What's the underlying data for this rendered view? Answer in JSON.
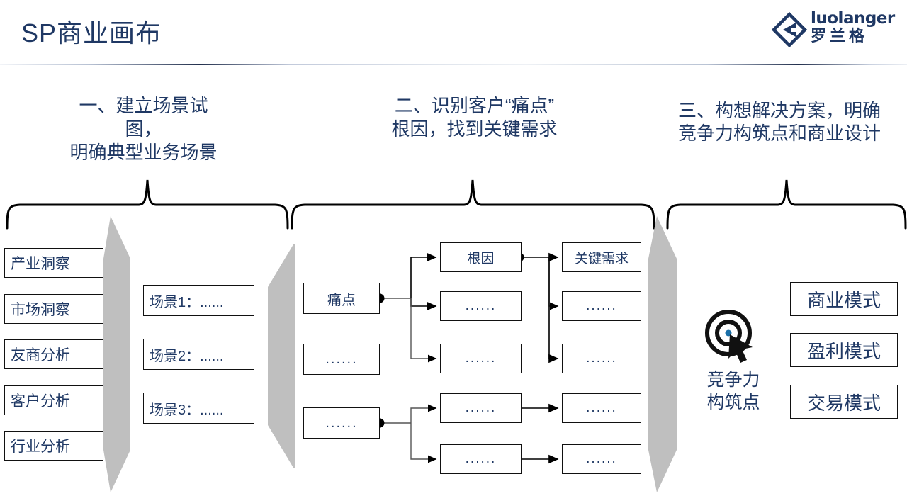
{
  "header": {
    "title": "SP商业画布",
    "logo": {
      "latin": "luolanger",
      "chinese": "罗兰格",
      "mark_icon": "diamond-logo-icon"
    }
  },
  "colors": {
    "brand_navy": "#1F3864",
    "accent_dark": "#23304d",
    "chevron_gray": "#BFBFBF",
    "box_border": "#111111",
    "page_background": "#FFFFFF"
  },
  "phases": [
    {
      "id": "phase-1",
      "heading": "一、建立场景试图，\n明确典型业务场景"
    },
    {
      "id": "phase-2",
      "heading": "二、识别客户“痛点”\n根因，找到关键需求"
    },
    {
      "id": "phase-3",
      "heading": "三、构想解决方案，明确\n竞争力构筑点和商业设计"
    }
  ],
  "phase1": {
    "insights": [
      {
        "label": "产业洞察"
      },
      {
        "label": "市场洞察"
      },
      {
        "label": "友商分析"
      },
      {
        "label": "客户分析"
      },
      {
        "label": "行业分析"
      }
    ],
    "scenarios": [
      {
        "label": "场景1：......"
      },
      {
        "label": "场景2：......"
      },
      {
        "label": "场景3：......"
      }
    ]
  },
  "phase2": {
    "pain_points": [
      {
        "label": "痛点"
      },
      {
        "label": "......"
      },
      {
        "label": "......"
      }
    ],
    "root_causes": [
      {
        "label": "根因"
      },
      {
        "label": "......"
      },
      {
        "label": "......"
      },
      {
        "label": "......"
      },
      {
        "label": "......"
      }
    ],
    "key_needs": [
      {
        "label": "关键需求"
      },
      {
        "label": "......"
      },
      {
        "label": "......"
      },
      {
        "label": "......"
      },
      {
        "label": "......"
      }
    ]
  },
  "phase3": {
    "competitiveness": {
      "icon": "target-cursor-icon",
      "label": "竞争力\n构筑点"
    },
    "modes": [
      {
        "label": "商业模式"
      },
      {
        "label": "盈利模式"
      },
      {
        "label": "交易模式"
      }
    ]
  }
}
